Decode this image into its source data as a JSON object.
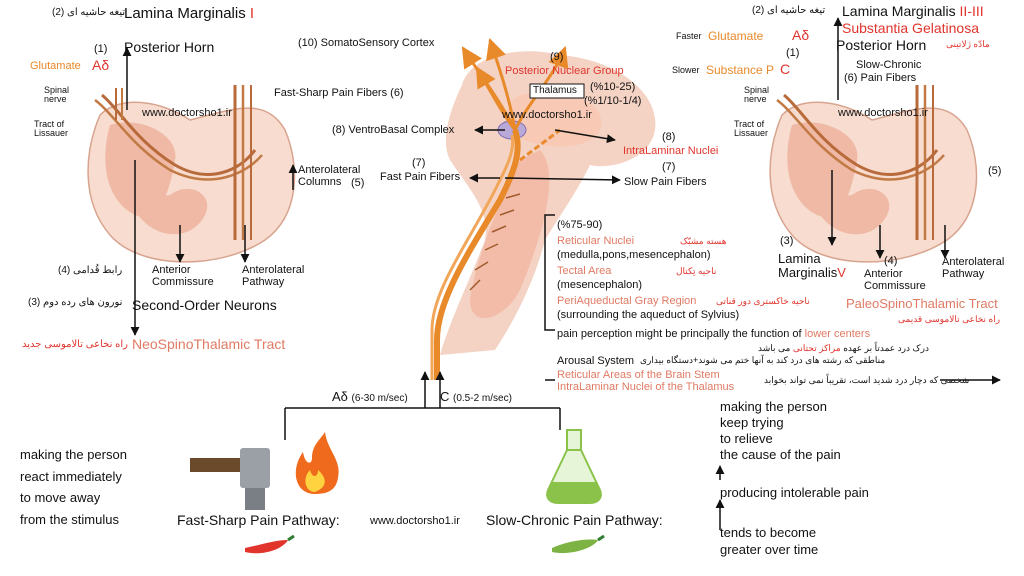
{
  "left": {
    "num_lamina": "(2)",
    "fa_lamina": "تیغه حاشیه ای",
    "lamina_marginalis": "Lamina Marginalis",
    "lamina_roman": "I",
    "num1": "(1)",
    "glutamate": "Glutamate",
    "adelta": "Aδ",
    "posterior_horn": "Posterior Horn",
    "spinal_nerve": "Spinal\nnerve",
    "tract_lissauer": "Tract of\nLissauer",
    "fast_fibers": "Fast-Sharp Pain Fibers (6)",
    "website": "www.doctorsho1.ir",
    "anterolateral_columns": "Anterolateral\nColumns",
    "num5": "(5)",
    "anterior_commissure": "Anterior\nCommissure",
    "anterolateral_pathway": "Anterolateral\nPathway",
    "fa_commissure": "رابط قُدامی (4)",
    "fa_second": "نورون های رده دوم (3)",
    "second_order": "Second-Order Neurons",
    "fa_neo": "راه نخاعی تالاموسی جدید",
    "neo_tract": "NeoSpinoThalamic Tract"
  },
  "center": {
    "cortex": "(10) SomatoSensory Cortex",
    "num9": "(9)",
    "posterior_nuclear": "Posterior Nuclear Group",
    "thalamus": "Thalamus",
    "pct1": "(%10-25)",
    "pct2": "(%1/10-1/4)",
    "website": "www.doctorsho1.ir",
    "ventrobasal": "(8) VentroBasal Complex",
    "num8": "(8)",
    "intralaminar": "IntraLaminar Nuclei",
    "num7a": "(7)",
    "fast_fibers": "Fast Pain Fibers",
    "num7b": "(7)",
    "slow_fibers": "Slow Pain Fibers",
    "pct3": "(%75-90)",
    "reticular": "Reticular Nuclei",
    "fa_reticular": "هسته مشبّک",
    "reticular_sub": "(medulla,pons,mesencephalon)",
    "tectal": "Tectal Area",
    "fa_tectal": "ناحیه تِکتال",
    "tectal_sub": "(mesencephalon)",
    "peri": "PeriAqueductal Gray Region",
    "fa_peri": "ناحیه خاکستری دور قناتی",
    "peri_sub": "(surrounding the aqueduct of Sylvius)",
    "perception_a": "pain perception might be principally the function of",
    "perception_b": "lower centers",
    "fa_perception_a": "درک درد عمدتاً بر عهده",
    "fa_perception_b": "مراکز تحتانی",
    "fa_perception_c": "می باشد",
    "arousal": "Arousal System",
    "fa_arousal": "مناطقی که رشته های درد کند به آنها ختم می شوند+دستگاه بیداری",
    "reticular_areas": "Reticular Areas of the Brain Stem",
    "intralaminar_thal": "IntraLaminar Nuclei of the Thalamus",
    "fa_person": "شخصی که دچار درد شدید است، تقریباً نمی تواند بخوابد",
    "speed_a": "Aδ",
    "speed_a_val": "(6-30 m/sec)",
    "speed_c": "C",
    "speed_c_val": "(0.5-2 m/sec)"
  },
  "right": {
    "num_lamina": "(2)",
    "fa_lamina": "تیغه حاشیه ای",
    "lamina_marginalis": "Lamina Marginalis",
    "lamina_roman": "II-III",
    "substantia": "Substantia Gelatinosa",
    "fa_substantia": "مادّه ژلاتینی",
    "faster": "Faster",
    "glutamate": "Glutamate",
    "adelta": "Aδ",
    "num1": "(1)",
    "posterior_horn": "Posterior Horn",
    "slower": "Slower",
    "substance_p": "Substance P",
    "c": "C",
    "slow_chronic": "Slow-Chronic",
    "slow_fibers": "(6) Pain Fibers",
    "spinal_nerve": "Spinal\nnerve",
    "tract_lissauer": "Tract of\nLissauer",
    "website": "www.doctorsho1.ir",
    "num5": "(5)",
    "num3": "(3)",
    "lamina": "Lamina",
    "marginalis": "Marginalis",
    "roman_v": "V",
    "num4": "(4)",
    "anterior_commissure": "Anterior\nCommissure",
    "anterolateral_pathway": "Anterolateral\nPathway",
    "paleo": "PaleoSpinoThalamic Tract",
    "fa_paleo": "راه نخاعی تالاموسی قدیمی"
  },
  "bottom": {
    "fast_desc": [
      "making the person",
      "react immediately",
      "to move away",
      "from the stimulus"
    ],
    "fast_pathway": "Fast-Sharp Pain Pathway:",
    "website": "www.doctorsho1.ir",
    "slow_pathway": "Slow-Chronic Pain Pathway:",
    "chain": [
      "making the person",
      "keep trying",
      "to relieve",
      "the cause of the pain",
      "producing intolerable pain",
      "tends to become",
      "greater over time"
    ]
  },
  "colors": {
    "red": "#e0342c",
    "orange": "#e8892a",
    "salmon": "#e07a64",
    "cord": "#f4d3c4",
    "grey": "#f0b9a5"
  }
}
